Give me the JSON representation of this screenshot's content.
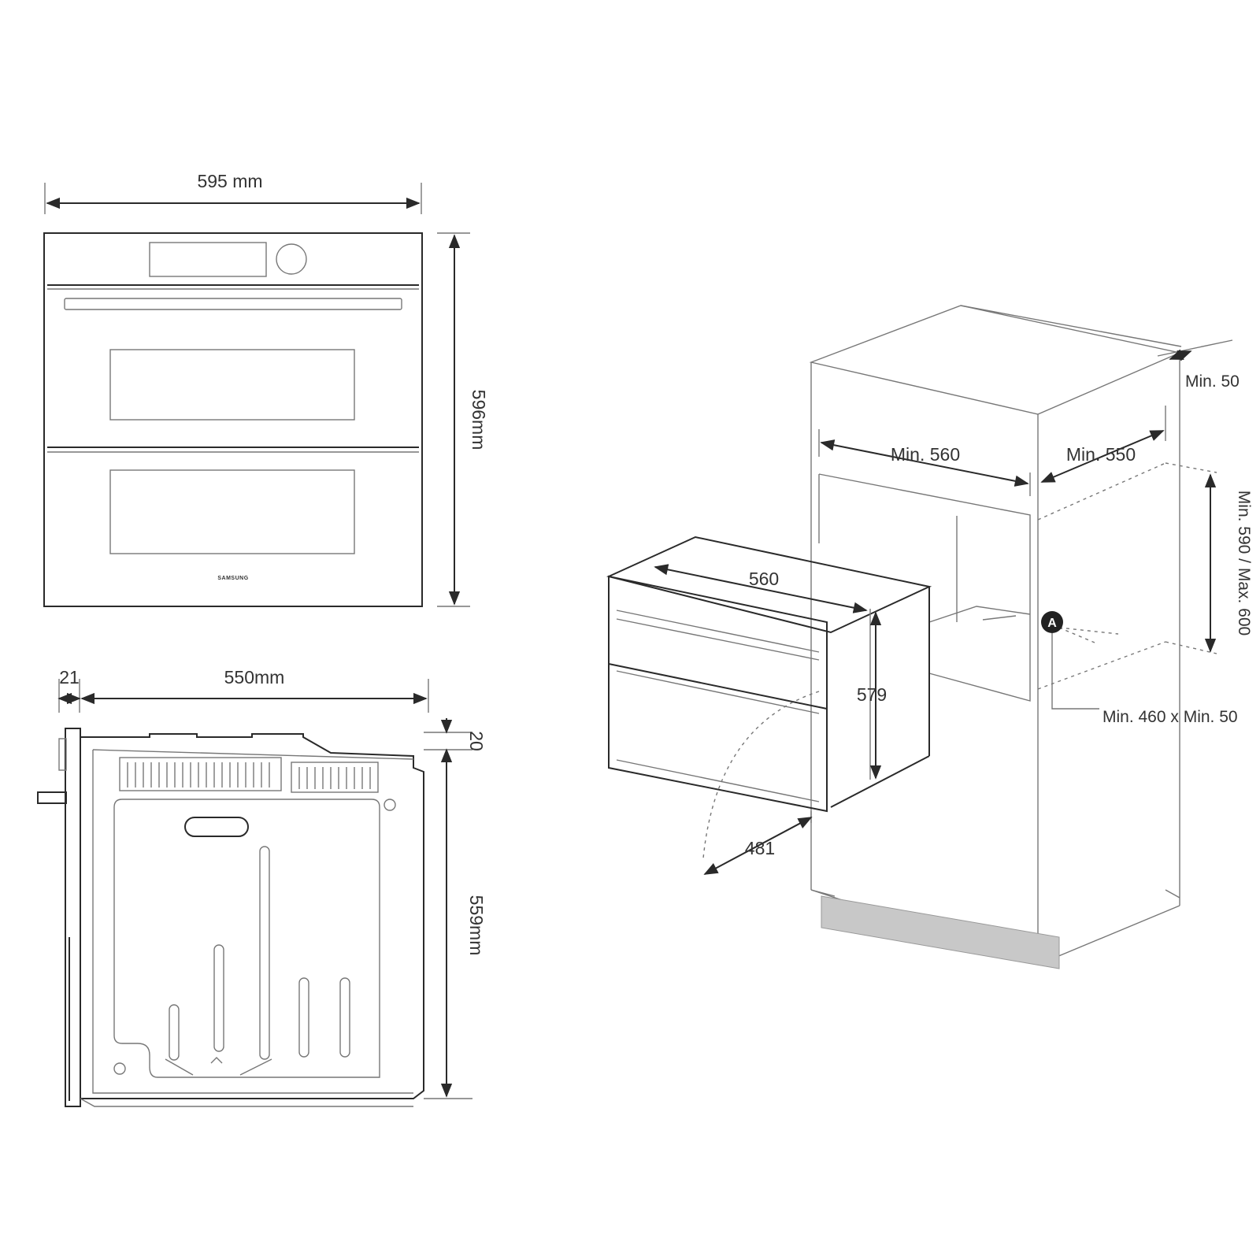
{
  "front_view": {
    "width_label": "595 mm",
    "height_label": "596mm",
    "brand": "SAMSUNG"
  },
  "side_view": {
    "door_label": "21",
    "depth_label": "550mm",
    "top_label": "20",
    "height_label": "559mm"
  },
  "installation": {
    "oven_width": "560",
    "oven_height": "579",
    "door_swing": "481",
    "niche_width": "Min. 560",
    "niche_depth": "Min. 550",
    "rear_gap": "Min. 50",
    "niche_height": "Min. 590 / Max. 600",
    "vent_marker": "A",
    "vent_size": "Min. 460 x Min. 50"
  }
}
